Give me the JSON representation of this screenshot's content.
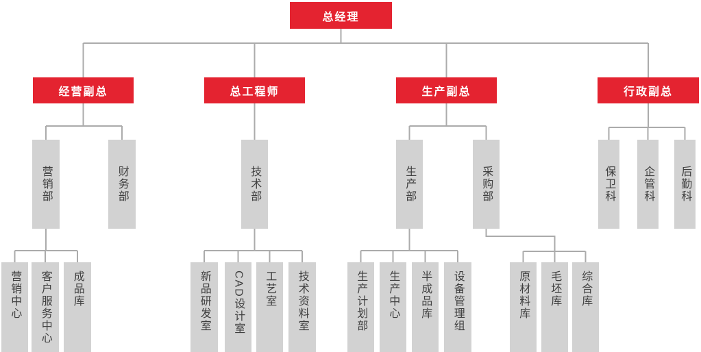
{
  "palette": {
    "node_primary": "#e42330",
    "node_secondary": "#d2d2d2",
    "connector": "#ababab",
    "text_on_primary": "#ffffff",
    "text_on_secondary": "#3f3f3f"
  },
  "nodes": [
    {
      "id": "general-manager",
      "label": "总经理",
      "level": 0,
      "parent": null
    },
    {
      "id": "vp-business",
      "label": "经营副总",
      "level": 1,
      "parent": "general-manager"
    },
    {
      "id": "chief-engineer",
      "label": "总工程师",
      "level": 1,
      "parent": "general-manager"
    },
    {
      "id": "vp-production",
      "label": "生产副总",
      "level": 1,
      "parent": "general-manager"
    },
    {
      "id": "vp-admin",
      "label": "行政副总",
      "level": 1,
      "parent": "general-manager"
    },
    {
      "id": "marketing-dept",
      "label": "营销部",
      "level": 2,
      "parent": "vp-business"
    },
    {
      "id": "finance-dept",
      "label": "财务部",
      "level": 2,
      "parent": "vp-business"
    },
    {
      "id": "tech-dept",
      "label": "技术部",
      "level": 2,
      "parent": "chief-engineer"
    },
    {
      "id": "production-dept",
      "label": "生产部",
      "level": 2,
      "parent": "vp-production"
    },
    {
      "id": "purchasing-dept",
      "label": "采购部",
      "level": 2,
      "parent": "vp-production"
    },
    {
      "id": "security-section",
      "label": "保卫科",
      "level": 2,
      "parent": "vp-admin"
    },
    {
      "id": "enterprise-mgmt-section",
      "label": "企管科",
      "level": 2,
      "parent": "vp-admin"
    },
    {
      "id": "logistics-section",
      "label": "后勤科",
      "level": 2,
      "parent": "vp-admin"
    },
    {
      "id": "marketing-center",
      "label": "营销中心",
      "level": 3,
      "parent": "marketing-dept"
    },
    {
      "id": "customer-service-center",
      "label": "客户服务中心",
      "level": 3,
      "parent": "marketing-dept"
    },
    {
      "id": "finished-goods-warehouse",
      "label": "成品库",
      "level": 3,
      "parent": "marketing-dept"
    },
    {
      "id": "new-product-rd-room",
      "label": "新品研发室",
      "level": 3,
      "parent": "tech-dept"
    },
    {
      "id": "cad-design-room",
      "label": "CAD设计室",
      "level": 3,
      "parent": "tech-dept"
    },
    {
      "id": "process-room",
      "label": "工艺室",
      "level": 3,
      "parent": "tech-dept"
    },
    {
      "id": "tech-archive-room",
      "label": "技术资料室",
      "level": 3,
      "parent": "tech-dept"
    },
    {
      "id": "production-planning-dept",
      "label": "生产计划部",
      "level": 3,
      "parent": "production-dept"
    },
    {
      "id": "production-center",
      "label": "生产中心",
      "level": 3,
      "parent": "production-dept"
    },
    {
      "id": "semi-finished-warehouse",
      "label": "半成品库",
      "level": 3,
      "parent": "production-dept"
    },
    {
      "id": "equipment-mgmt-group",
      "label": "设备管理组",
      "level": 3,
      "parent": "production-dept"
    },
    {
      "id": "raw-material-warehouse",
      "label": "原材料库",
      "level": 3,
      "parent": "purchasing-dept"
    },
    {
      "id": "blank-warehouse",
      "label": "毛坯库",
      "level": 3,
      "parent": "purchasing-dept"
    },
    {
      "id": "general-warehouse",
      "label": "综合库",
      "level": 3,
      "parent": "purchasing-dept"
    }
  ]
}
